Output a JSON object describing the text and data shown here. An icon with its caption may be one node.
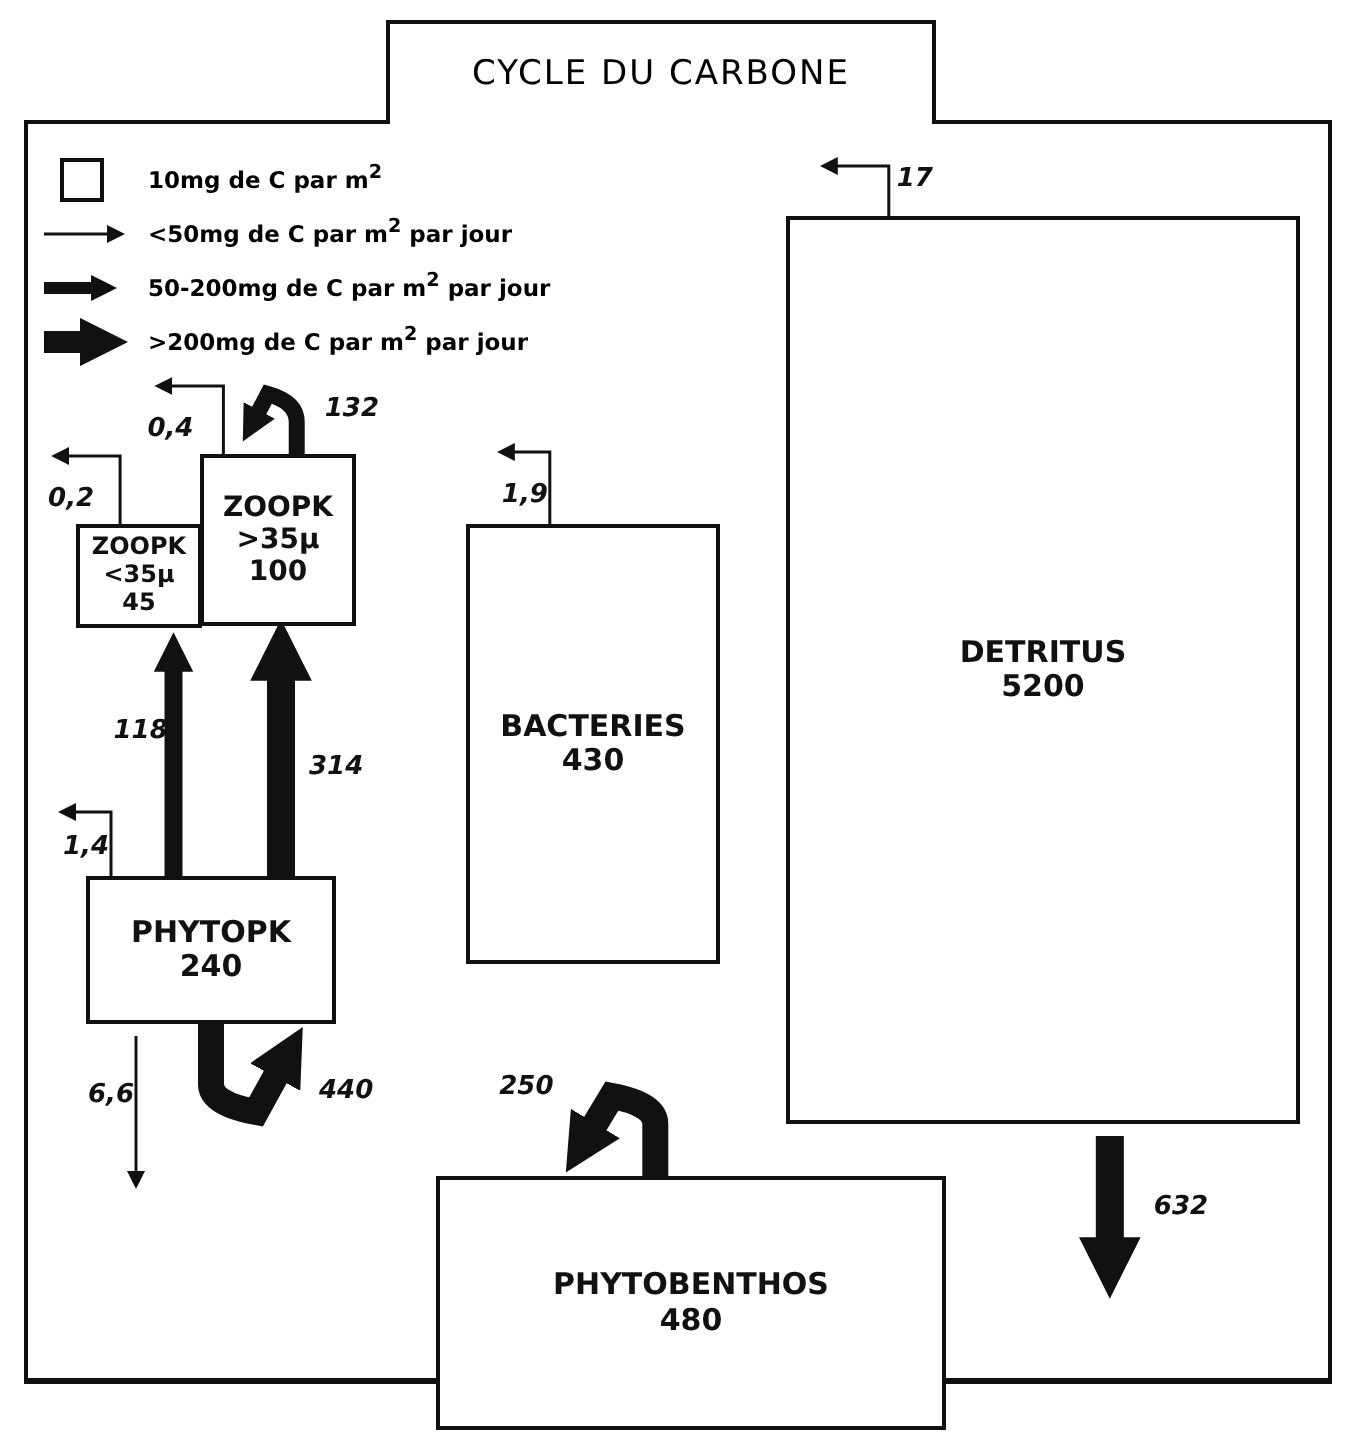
{
  "diagram": {
    "title": "CYCLE DU CARBONE",
    "nodes": [
      {
        "text": [
          "ZOOPK",
          "<35µ",
          "45"
        ]
      },
      {
        "text": [
          "ZOOPK",
          ">35µ",
          "100"
        ]
      },
      {
        "text": [
          "BACTERIES",
          "430"
        ]
      },
      {
        "text": [
          "DETRITUS",
          "5200"
        ]
      },
      {
        "text": [
          "PHYTOPK",
          "240"
        ]
      },
      {
        "text": [
          "PHYTOBENTHOS",
          "480"
        ]
      }
    ],
    "edges": [
      {
        "from": 0,
        "to": null,
        "arrow": "to",
        "label": "0,2"
      },
      {
        "from": 1,
        "to": null,
        "arrow": "to",
        "label": "0,4"
      },
      {
        "from": 1,
        "to": 1,
        "arrow": "to",
        "label": "132",
        "style": "thick"
      },
      {
        "from": 2,
        "to": null,
        "arrow": "to",
        "label": "1,9"
      },
      {
        "from": 3,
        "to": null,
        "arrow": "to",
        "label": "17"
      },
      {
        "from": 4,
        "to": 0,
        "arrow": "to",
        "label": "118",
        "style": "thick"
      },
      {
        "from": 4,
        "to": 1,
        "arrow": "to",
        "label": "314",
        "style": "thick"
      },
      {
        "from": 4,
        "to": null,
        "arrow": "to",
        "label": "1,4"
      },
      {
        "from": 4,
        "to": null,
        "arrow": "to",
        "label": "6,6"
      },
      {
        "from": 4,
        "to": 4,
        "arrow": "to",
        "label": "440",
        "style": "thick"
      },
      {
        "from": 5,
        "to": 5,
        "arrow": "to",
        "label": "250",
        "style": "thick"
      },
      {
        "from": 3,
        "to": null,
        "arrow": "to",
        "label": "632",
        "style": "thick"
      }
    ],
    "legend": [
      {
        "text": "10mg de C par m$^{2}$"
      },
      {
        "text": "<50mg de C par m$^{2}$ par jour"
      },
      {
        "text": "50-200mg de C par m$^{2}$ par jour"
      },
      {
        "text": ">200mg de C par m$^{2}$ par jour"
      }
    ]
  }
}
